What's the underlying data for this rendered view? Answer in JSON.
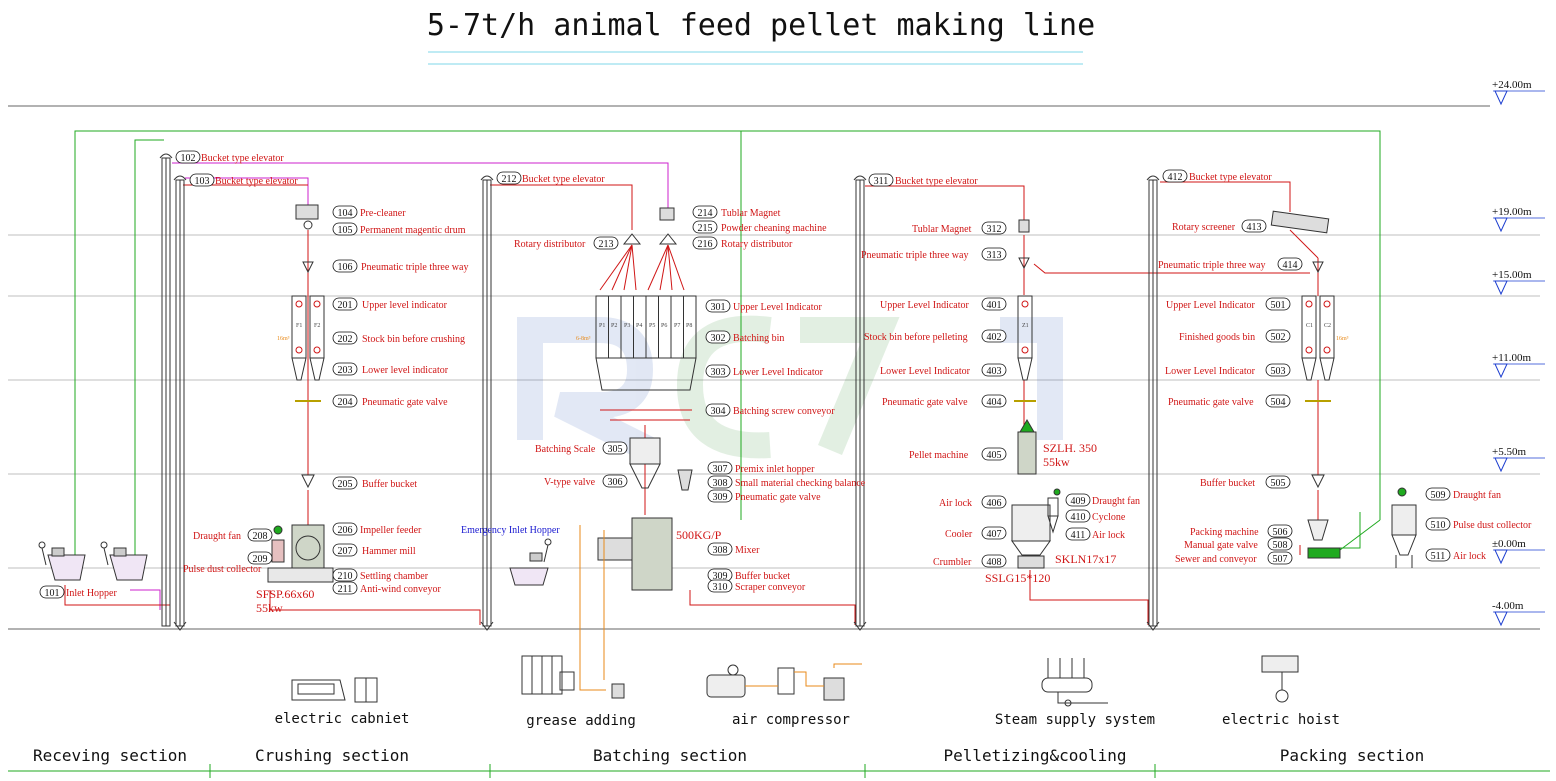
{
  "title": "5-7t/h animal feed pellet making line",
  "elevations": [
    "+24.00m",
    "+19.00m",
    "+15.00m",
    "+11.00m",
    "+5.50m",
    "±0.00m",
    "-4.00m"
  ],
  "sections": [
    "Receving section",
    "Crushing section",
    "Batching section",
    "Pelletizing&cooling",
    "Packing section"
  ],
  "auxiliary": {
    "cabinet": "electric cabniet",
    "grease": "grease adding",
    "compressor": "air compressor",
    "steam": "Steam supply system",
    "hoist": "electric hoist"
  },
  "specs": {
    "hammer": "SFSP.66x60",
    "hammer_power": "55kw",
    "pellet": "SZLH. 350",
    "pellet_power": "55kw",
    "cooler": "SKLN17x17",
    "crumbler": "SSLG15*120",
    "mixer": "500KG/P"
  },
  "bins": {
    "crush_vol": "16m³",
    "batch_vol": "6-8m³",
    "pack_vol": "16m³",
    "crush_ids": [
      "F1",
      "F2"
    ],
    "batch_ids": [
      "P1",
      "P2",
      "P3",
      "P4",
      "P5",
      "P6",
      "P7",
      "P8"
    ],
    "pellet_ids": [
      "Z1"
    ],
    "pack_ids": [
      "C1",
      "C2"
    ]
  },
  "receiving": {
    "n101": "101",
    "l101": "Inlet Hopper",
    "n102": "102",
    "l102": "Bucket type elevator",
    "n103": "103",
    "l103": "Bucket type elevator"
  },
  "crushing": {
    "n104": "104",
    "l104": "Pre-cleaner",
    "n105": "105",
    "l105": "Permanent magentic drum",
    "n106": "106",
    "l106": "Pneumatic triple three way",
    "n201": "201",
    "l201": "Upper level indicator",
    "n202": "202",
    "l202": "Stock bin before crushing",
    "n203": "203",
    "l203": "Lower level indicator",
    "n204": "204",
    "l204": "Pneumatic gate valve",
    "n205": "205",
    "l205": "Buffer bucket",
    "n206": "206",
    "l206": "Impeller feeder",
    "n207": "207",
    "l207": "Hammer mill",
    "n208": "208",
    "l208": "Draught fan",
    "n209": "209",
    "l209": "Pulse dust collector",
    "n210": "210",
    "l210": "Settling chamber",
    "n211": "211",
    "l211": "Anti-wind conveyor"
  },
  "batching": {
    "emergency": "Emergency Inlet Hopper",
    "n212": "212",
    "l212": "Bucket type elevator",
    "n213": "213",
    "l213": "Rotary distributor",
    "n214": "214",
    "l214": "Tublar Magnet",
    "n215": "215",
    "l215": "Powder cheaning machine",
    "n216": "216",
    "l216": "Rotary distributor",
    "n301": "301",
    "l301": "Upper Level Indicator",
    "n302": "302",
    "l302": "Batching bin",
    "n303": "303",
    "l303": "Lower Level Indicator",
    "n304": "304",
    "l304": "Batching screw conveyor",
    "n305": "305",
    "l305": "Batching Scale",
    "n306": "306",
    "l306": "V-type valve",
    "n307": "307",
    "l307": "Premix inlet hopper",
    "n308a": "308",
    "l308a": "Small material checking balance",
    "n309a": "309",
    "l309a": "Pneumatic gate valve",
    "n308b": "308",
    "l308b": "Mixer",
    "n309b": "309",
    "l309b": "Buffer bucket",
    "n310": "310",
    "l310": "Scraper conveyor"
  },
  "pelleting": {
    "n311": "311",
    "l311": "Bucket type elevator",
    "n312": "312",
    "l312": "Tublar Magnet",
    "n313": "313",
    "l313": "Pneumatic triple three way",
    "n401": "401",
    "l401": "Upper Level Indicator",
    "n402": "402",
    "l402": "Stock bin before pelleting",
    "n403": "403",
    "l403": "Lower Level Indicator",
    "n404": "404",
    "l404": "Pneumatic gate valve",
    "n405": "405",
    "l405": "Pellet machine",
    "n406": "406",
    "l406": "Air lock",
    "n407": "407",
    "l407": "Cooler",
    "n408": "408",
    "l408": "Crumbler",
    "n409": "409",
    "l409": "Draught fan",
    "n410": "410",
    "l410": "Cyclone",
    "n411": "411",
    "l411": "Air lock"
  },
  "packing": {
    "n412": "412",
    "l412": "Bucket type elevator",
    "n413": "413",
    "l413": "Rotary screener",
    "n414": "414",
    "l414": "Pneumatic triple three way",
    "n501": "501",
    "l501": "Upper Level Indicator",
    "n502": "502",
    "l502": "Finished goods bin",
    "n503": "503",
    "l503": "Lower Level Indicator",
    "n504": "504",
    "l504": "Pneumatic gate valve",
    "n505": "505",
    "l505": "Buffer bucket",
    "n506": "506",
    "l506": "Packing machine",
    "n508": "508",
    "l508": "Manual gate valve",
    "n507": "507",
    "l507": "Sewer and conveyor",
    "n509": "509",
    "l509": "Draught fan",
    "n510": "510",
    "l510": "Pulse dust collector",
    "n511": "511",
    "l511": "Air lock"
  },
  "colors": {
    "flow": "#d01616",
    "aux_line": "#1faa1f",
    "dust_line": "#cc22cc",
    "grease_line": "#e88a1a",
    "blue": "#1a1ad0",
    "elevation": "#1e3fd0",
    "title_underline": "#7fd7e8"
  }
}
